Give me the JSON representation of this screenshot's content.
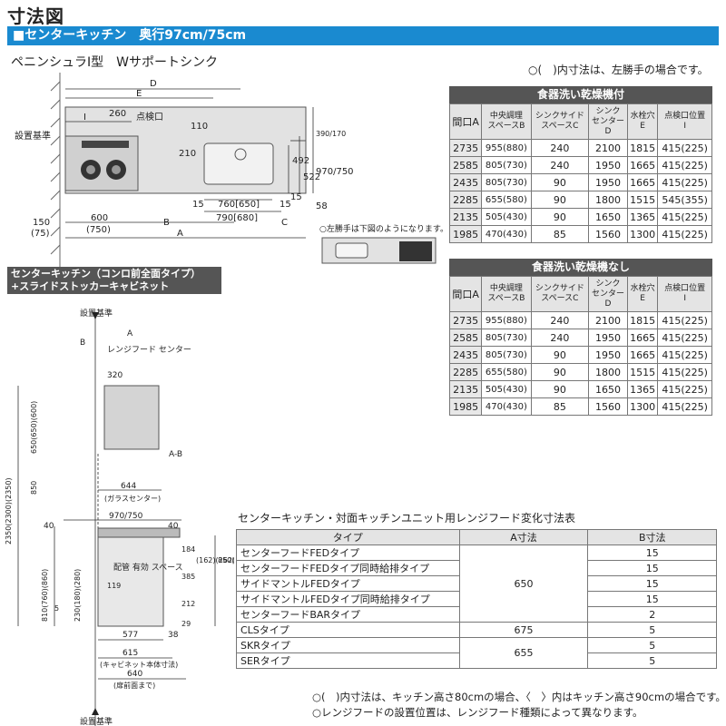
{
  "page_title": "寸法図",
  "header_bar": "■センターキッチン　奥行97cm/75cm",
  "plan": {
    "subtitle": "ペニンシュラI型　Wサポートシンク",
    "note_paren": "○(　)内寸法は、左勝手の場合です。",
    "left_note": "○左勝手は下図のようになります。",
    "labels": {
      "install_ref": "設置基準",
      "inspection_port": "点検口",
      "d": "D",
      "e": "E",
      "i": "I",
      "a": "A",
      "b": "B",
      "c": "C",
      "v260": "260",
      "v110": "110",
      "v210": "210",
      "v15a": "15",
      "v15b": "15",
      "v15c": "15",
      "v760": "760[650]",
      "v790": "790[680]",
      "v600": "600",
      "v750p": "(750)",
      "v150": "150",
      "v75p": "(75)",
      "v492": "492",
      "v522": "522",
      "v970": "970/750",
      "v390": "390/170",
      "v58": "58"
    }
  },
  "table_with": {
    "title": "食器洗い乾燥機付",
    "headers": [
      "間口A",
      "中央調理\nスペースB",
      "シンクサイド\nスペースC",
      "シンク\nセンター\nD",
      "水栓穴\nE",
      "点検口位置\nI"
    ],
    "rows": [
      [
        "2735",
        "955(880)",
        "240",
        "2100",
        "1815",
        "415(225)"
      ],
      [
        "2585",
        "805(730)",
        "240",
        "1950",
        "1665",
        "415(225)"
      ],
      [
        "2435",
        "805(730)",
        "90",
        "1950",
        "1665",
        "415(225)"
      ],
      [
        "2285",
        "655(580)",
        "90",
        "1800",
        "1515",
        "545(355)"
      ],
      [
        "2135",
        "505(430)",
        "90",
        "1650",
        "1365",
        "415(225)"
      ],
      [
        "1985",
        "470(430)",
        "85",
        "1560",
        "1300",
        "415(225)"
      ]
    ]
  },
  "table_without": {
    "title": "食器洗い乾燥機なし",
    "headers": [
      "間口A",
      "中央調理\nスペースB",
      "シンクサイド\nスペースC",
      "シンク\nセンター\nD",
      "水栓穴\nE",
      "点検口位置\nI"
    ],
    "rows": [
      [
        "2735",
        "955(880)",
        "240",
        "2100",
        "1815",
        "415(225)"
      ],
      [
        "2585",
        "805(730)",
        "240",
        "1950",
        "1665",
        "415(225)"
      ],
      [
        "2435",
        "805(730)",
        "90",
        "1950",
        "1665",
        "415(225)"
      ],
      [
        "2285",
        "655(580)",
        "90",
        "1800",
        "1515",
        "415(225)"
      ],
      [
        "2135",
        "505(430)",
        "90",
        "1650",
        "1365",
        "415(225)"
      ],
      [
        "1985",
        "470(430)",
        "85",
        "1560",
        "1300",
        "415(225)"
      ]
    ]
  },
  "section": {
    "title_line1": "センターキッチン（コンロ前全面タイプ）",
    "title_line2": "+スライドストッカーキャビネット",
    "labels": {
      "install_ref_top": "設置基準",
      "install_ref_bottom": "設置基準",
      "a": "A",
      "b": "B",
      "ab": "A-B",
      "hood_center": "レンジフード\nセンター",
      "v320": "320",
      "v644": "644",
      "glass_center": "(ガラスセンター)",
      "v970_750": "970/750",
      "v40a": "40",
      "v40b": "40",
      "piping": "配管\n有効\nスペース",
      "v2350": "2350(2300)(2350)",
      "v650": "650(650)(600)",
      "v850": "850",
      "v810": "810(760)(860)",
      "v230": "230(180)(280)",
      "v184": "184",
      "v385": "385",
      "v212": "212",
      "v162": "(162)(262)",
      "v850b": "850(800)(900)",
      "v119": "119",
      "v5": "5",
      "v577": "577",
      "v38": "38",
      "v29": "29",
      "v615": "615",
      "cab_dim": "(キャビネット本体寸法)",
      "v640": "640",
      "door_front": "(扉前面まで)"
    }
  },
  "range_hood_table": {
    "title": "センターキッチン・対面キッチンユニット用レンジフード変化寸法表",
    "headers": [
      "タイプ",
      "A寸法",
      "B寸法"
    ],
    "rows": [
      {
        "type": "センターフードFEDタイプ",
        "b": "15"
      },
      {
        "type": "センターフードFEDタイプ同時給排タイプ",
        "b": "15"
      },
      {
        "type": "サイドマントルFEDタイプ",
        "b": "15"
      },
      {
        "type": "サイドマントルFEDタイプ同時給排タイプ",
        "b": "15"
      },
      {
        "type": "センターフードBARタイプ",
        "b": "2"
      },
      {
        "type": "CLSタイプ",
        "b": "5"
      },
      {
        "type": "SKRタイプ",
        "b": "5"
      },
      {
        "type": "SERタイプ",
        "b": "5"
      }
    ],
    "a_groups": [
      {
        "value": "650",
        "span": 5
      },
      {
        "value": "675",
        "span": 1
      },
      {
        "value": "655",
        "span": 2
      }
    ]
  },
  "footnotes": [
    "○(　)内寸法は、キッチン高さ80cmの場合、〈　〉内はキッチン高さ90cmの場合です。",
    "○レンジフードの設置位置は、レンジフード種類によって異なります。"
  ],
  "colors": {
    "accent": "#1a8ad0",
    "dark_header": "#555555"
  }
}
